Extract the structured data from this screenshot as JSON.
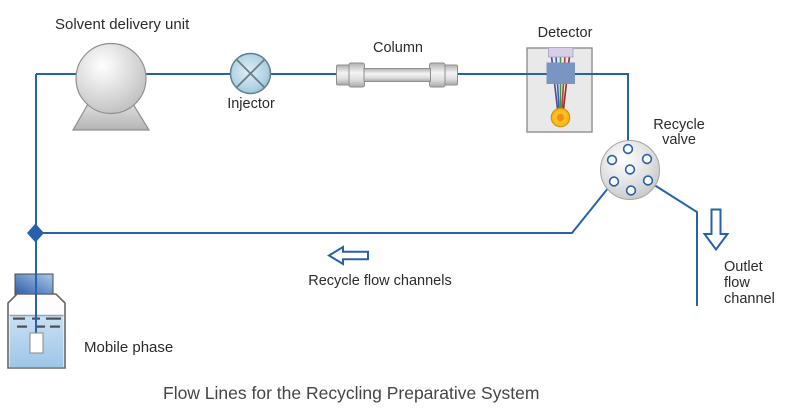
{
  "diagram": {
    "title": "Flow Lines for the Recycling Preparative System",
    "labels": {
      "solvent_delivery_unit": "Solvent delivery unit",
      "injector": "Injector",
      "column": "Column",
      "detector": "Detector",
      "recycle_valve": "Recycle valve",
      "outlet_flow_channel": "Outlet flow channel",
      "recycle_flow_channels": "Recycle flow channels",
      "mobile_phase": "Mobile phase"
    },
    "icons": {
      "pump": "solvent-pump-icon",
      "injector": "injector-valve-icon",
      "column": "column-icon",
      "detector": "detector-flow-cell-icon",
      "recycle_valve": "recycle-valve-icon",
      "mobile_phase_bottle": "solvent-bottle-icon",
      "recycle_direction": "arrow-left-icon",
      "outlet_direction": "arrow-down-icon",
      "junction": "junction-diamond-icon"
    }
  },
  "colors": {
    "flow-line": "#2761ab",
    "label-text": "#2b2b2b",
    "title-text": "#454545",
    "detector-cell-blue": "#7b95c3",
    "lamp-yellow": "#ffc61e",
    "injector-blue": "#8ebcd4",
    "component-gray": "#c6c6c6",
    "bottle-cap-blue": "#2b5ca6",
    "mobile-phase-liquid": "#aacdea"
  }
}
